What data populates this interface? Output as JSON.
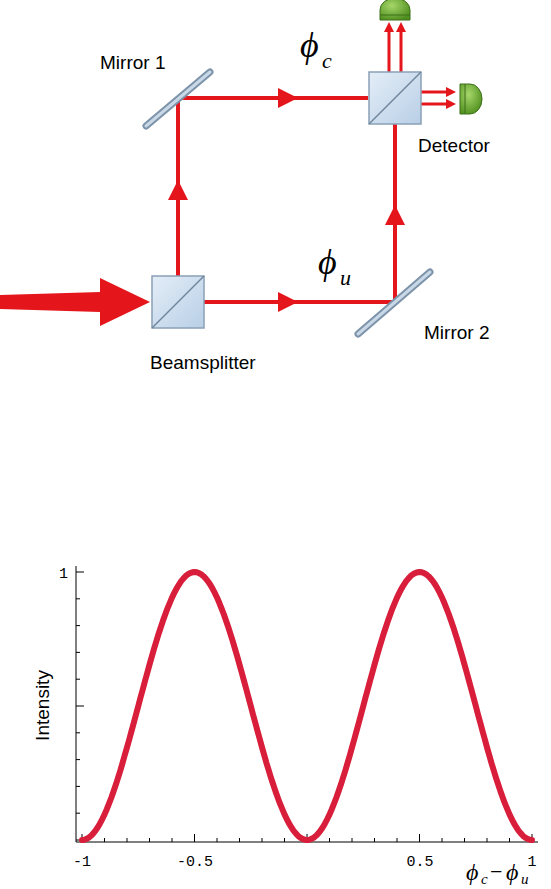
{
  "diagram": {
    "labels": [
      "Mirror 1",
      "ϕ",
      "c",
      "Detector",
      "ϕ",
      "u",
      "Mirror 2",
      "Beamsplitter",
      "1",
      "Intensity",
      "-1",
      "-0.5",
      "0.5",
      "1",
      "ϕ",
      "c",
      "−",
      "ϕ",
      "u"
    ]
  }
}
